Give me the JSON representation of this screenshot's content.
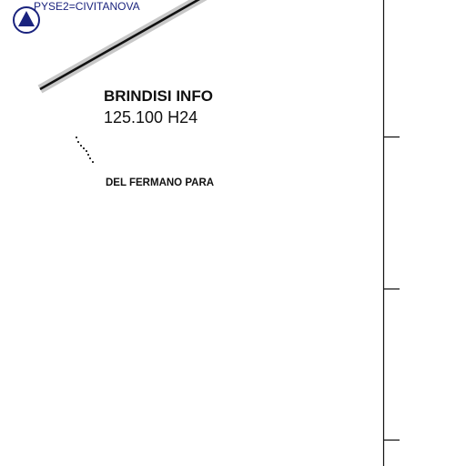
{
  "map": {
    "waypoint": {
      "label": "PYSE2=CIVITANOVA",
      "symbol": "triangle-in-circle-icon",
      "color": "#1a237e"
    },
    "frequency_box": {
      "station": "BRINDISI INFO",
      "frequency": "125.100 H24"
    },
    "region_label": "DEL FERMANO PARA",
    "route": {
      "line_color": "#111111",
      "buffer_color": "#c8c8c8"
    },
    "boundary_color": "#111111"
  }
}
